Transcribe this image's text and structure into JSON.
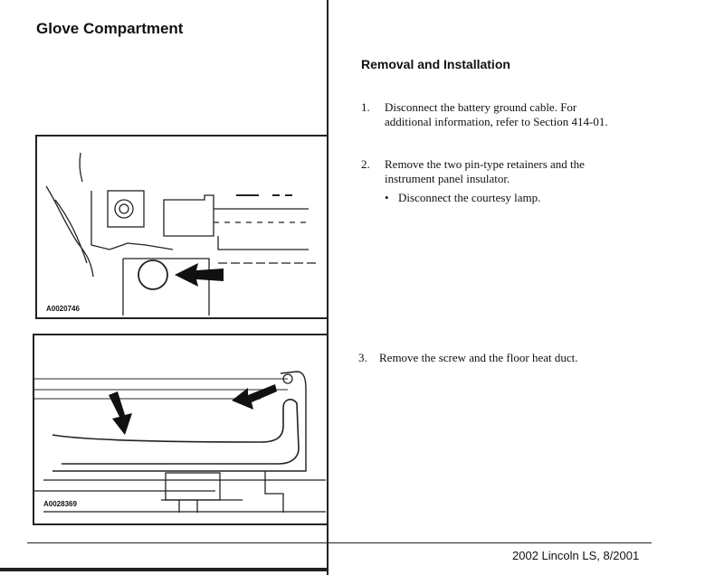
{
  "page_title": "Glove Compartment",
  "section_heading": "Removal and Installation",
  "steps": [
    {
      "number": "1.",
      "line1": "Disconnect the battery ground cable. For",
      "line2": "additional information, refer to Section 414-01."
    },
    {
      "number": "2.",
      "line1": "Remove the two pin-type retainers and the",
      "line2": "instrument panel insulator."
    },
    {
      "number": "3.",
      "line1": "Remove the screw and the floor heat duct."
    }
  ],
  "substep": {
    "bullet": "•",
    "text": "Disconnect the courtesy lamp."
  },
  "figures": [
    {
      "code": "A0020746"
    },
    {
      "code": "A0028369"
    }
  ],
  "footer": "2002 Lincoln LS, 8/2001"
}
